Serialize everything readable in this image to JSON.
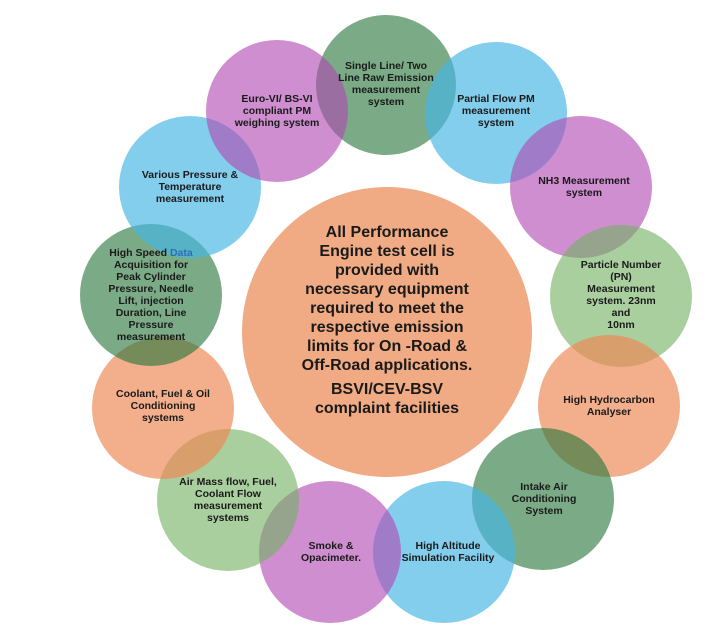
{
  "center": {
    "text": "All Performance\nEngine test cell is\nprovided with\nnecessary equipment\nrequired to meet the\nrespective emission\nlimits for On -Road &\nOff-Road  applications.",
    "subtext": "BSVI/CEV-BSV\ncomplaint facilities"
  },
  "items": [
    {
      "id": "raw-emission",
      "text": "Single Line/ Two\nLine Raw Emission\nmeasurement\nsystem"
    },
    {
      "id": "partial-flow",
      "text": "Partial Flow PM\nmeasurement\nsystem"
    },
    {
      "id": "nh3",
      "text": "NH3 Measurement\nsystem"
    },
    {
      "id": "particle-number",
      "text": "Particle Number\n(PN) Measurement\nsystem. 23nm and\n10nm"
    },
    {
      "id": "hydrocarbon",
      "text": "High Hydrocarbon\nAnalyser"
    },
    {
      "id": "intake-air",
      "text": "Intake Air\nConditioning\nSystem"
    },
    {
      "id": "high-altitude",
      "text": "High Altitude\nSimulation Facility"
    },
    {
      "id": "smoke",
      "text": "Smoke &\nOpacimeter."
    },
    {
      "id": "air-mass",
      "text": "Air Mass flow, Fuel,\nCoolant Flow\nmeasurement\nsystems"
    },
    {
      "id": "coolant",
      "text": "Coolant, Fuel & Oil\nConditioning\nsystems"
    },
    {
      "id": "data-acq",
      "pre": "High Speed ",
      "highlight": "Data",
      "text": "\nAcquisition for\nPeak Cylinder\nPressure, Needle\nLift, injection\nDuration, Line\nPressure\nmeasurement"
    },
    {
      "id": "pressure-temp",
      "text": "Various Pressure &\nTemperature\nmeasurement"
    },
    {
      "id": "pm-weighing",
      "text": "Euro-VI/ BS-VI\ncompliant PM\nweighing system"
    }
  ]
}
